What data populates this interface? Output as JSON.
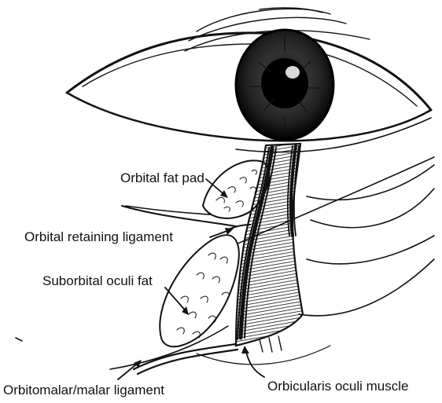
{
  "labels": {
    "orbital_fat_pad": "Orbital fat pad",
    "orbital_retaining_ligament": "Orbital retaining ligament",
    "suborbital_oculi_fat": "Suborbital oculi fat",
    "orbitomalar_ligament": "Orbitomalar/malar ligament",
    "orbicularis_oculi_muscle": "Orbicularis oculi muscle"
  }
}
